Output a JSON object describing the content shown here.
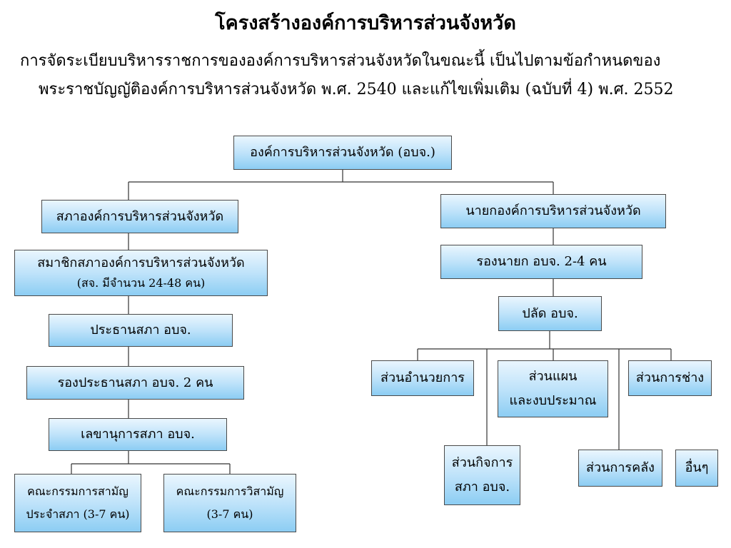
{
  "title": "โครงสร้างองค์การบริหารส่วนจังหวัด",
  "intro": {
    "line1": "การจัดระเบียบบริหารราชการขององค์การบริหารส่วนจังหวัดในขณะนี้ เป็นไปตามข้อกำหนดของ",
    "line2": "พระราชบัญญัติองค์การบริหารส่วนจังหวัด พ.ศ. 2540 และแก้ไขเพิ่มเติม (ฉบับที่ 4) พ.ศ. 2552"
  },
  "org": {
    "root": "องค์การบริหารส่วนจังหวัด (อบจ.)",
    "council": {
      "name": "สภาองค์การบริหารส่วนจังหวัด",
      "members_line1": "สมาชิกสภาองค์การบริหารส่วนจังหวัด",
      "members_line2": "(สจ. มีจำนวน 24-48 คน)",
      "president": "ประธานสภา อบจ.",
      "vice_president": "รองประธานสภา อบจ. 2 คน",
      "secretary": "เลขานุการสภา อบจ.",
      "committee_common_line1": "คณะกรรมการสามัญ",
      "committee_common_line2": "ประจำสภา (3-7 คน)",
      "committee_special_line1": "คณะกรรมการวิสามัญ",
      "committee_special_line2": "(3-7 คน)"
    },
    "executive": {
      "name": "นายกองค์การบริหารส่วนจังหวัด",
      "deputies": "รองนายก อบจ. 2-4 คน",
      "clerk": "ปลัด อบจ.",
      "divisions": {
        "admin": "ส่วนอำนวยการ",
        "plan_line1": "ส่วนแผน",
        "plan_line2": "และงบประมาณ",
        "engineering": "ส่วนการช่าง",
        "council_affairs_line1": "ส่วนกิจการ",
        "council_affairs_line2": "สภา อบจ.",
        "finance": "ส่วนการคลัง",
        "others": "อื่นๆ"
      }
    }
  }
}
